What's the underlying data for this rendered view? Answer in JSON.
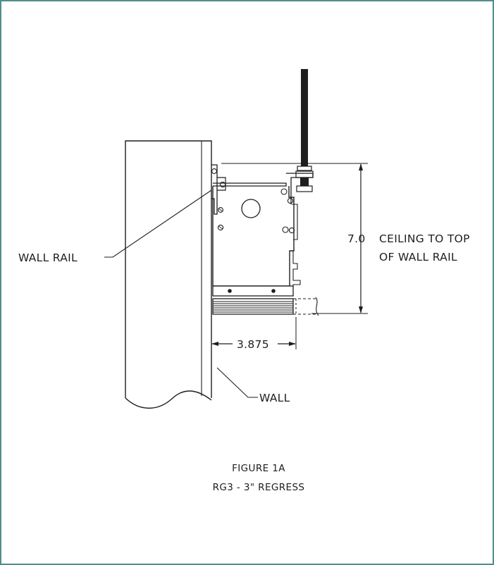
{
  "labels": {
    "wall_rail": "WALL RAIL",
    "dimension_vertical_value": "7.0",
    "dimension_vertical_line1": "CEILING TO TOP",
    "dimension_vertical_line2": "OF WALL RAIL",
    "dimension_horizontal_value": "3.875",
    "wall": "WALL"
  },
  "caption": {
    "figure": "FIGURE 1A",
    "subtitle": "RG3 - 3\" REGRESS"
  },
  "colors": {
    "frame_border": "#4e8f8c",
    "line": "#1e1e1e"
  }
}
